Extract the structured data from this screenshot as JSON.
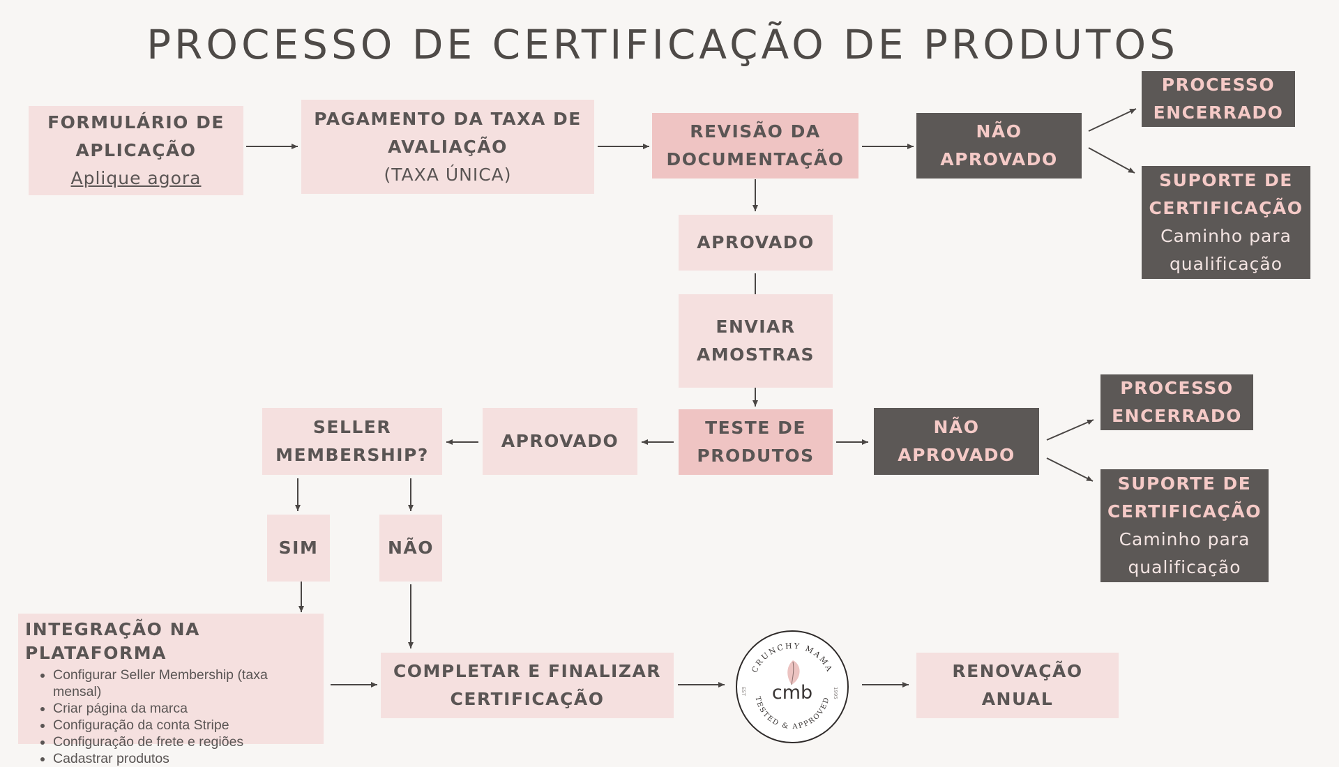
{
  "title": "PROCESSO DE CERTIFICAÇÃO DE PRODUTOS",
  "colors": {
    "light_box": "#f5e0df",
    "mid_box": "#efc4c3",
    "dark_box": "#5c5856",
    "dark_box_text": "#f5cac7",
    "background": "#f8f6f4"
  },
  "nodes": {
    "application_form": {
      "line1": "FORMULÁRIO DE",
      "line2": "APLICAÇÃO",
      "link": "Aplique agora"
    },
    "payment": {
      "line1": "PAGAMENTO DA TAXA DE",
      "line2": "AVALIAÇÃO",
      "note": "(TAXA ÚNICA)"
    },
    "doc_review": {
      "line1": "REVISÃO DA",
      "line2": "DOCUMENTAÇÃO"
    },
    "not_approved_1": {
      "label": "NÃO APROVADO"
    },
    "closed_1": {
      "line1": "PROCESSO",
      "line2": "ENCERRADO"
    },
    "support_1": {
      "line1": "SUPORTE DE",
      "line2": "CERTIFICAÇÃO",
      "note1": "Caminho para",
      "note2": "qualificação"
    },
    "approved_1": {
      "label": "APROVADO"
    },
    "send_samples": {
      "line1": "ENVIAR",
      "line2": "AMOSTRAS"
    },
    "product_testing": {
      "line1": "TESTE DE",
      "line2": "PRODUTOS"
    },
    "not_approved_2": {
      "label": "NÃO APROVADO"
    },
    "closed_2": {
      "line1": "PROCESSO",
      "line2": "ENCERRADO"
    },
    "support_2": {
      "line1": "SUPORTE DE",
      "line2": "CERTIFICAÇÃO",
      "note1": "Caminho para",
      "note2": "qualificação"
    },
    "approved_2": {
      "label": "APROVADO"
    },
    "seller_membership": {
      "line1": "SELLER",
      "line2": "MEMBERSHIP?"
    },
    "yes": {
      "label": "SIM"
    },
    "no": {
      "label": "NÃO"
    },
    "integration": {
      "title": "INTEGRAÇÃO NA PLATAFORMA",
      "items": [
        "Configurar Seller Membership (taxa mensal)",
        "Criar página da marca",
        "Configuração da conta Stripe",
        "Configuração de frete e regiões",
        "Cadastrar produtos"
      ]
    },
    "complete": {
      "line1": "COMPLETAR E FINALIZAR",
      "line2": "CERTIFICAÇÃO"
    },
    "renewal": {
      "label": "RENOVAÇÃO ANUAL"
    }
  },
  "logo": {
    "top_text": "CRUNCHY MAMA",
    "bottom_text": "TESTED & APPROVED",
    "left_text": "EST",
    "right_text": "1995",
    "mark": "cmb",
    "leaf_icon": "leaf-icon"
  }
}
